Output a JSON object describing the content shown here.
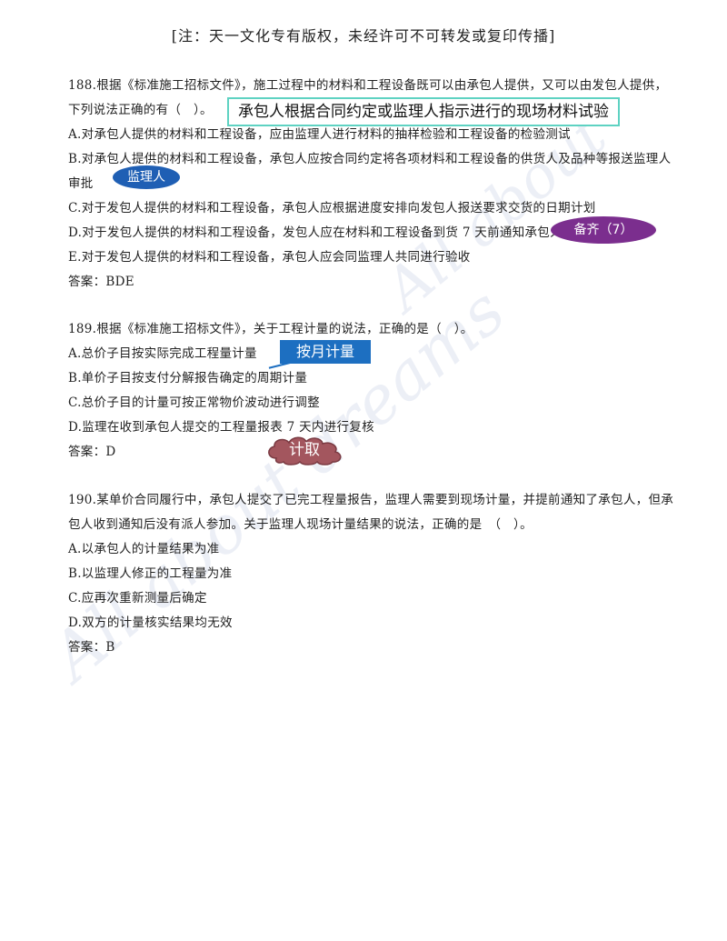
{
  "header": "[注：天一文化专有版权，未经许可不可转发或复印传播]",
  "watermark": "All about dreams",
  "watermark_partial": "All about",
  "questions": [
    {
      "lines": [
        "188.根据《标准施工招标文件》，施工过程中的材料和工程设备既可以由承包人提供，又可以由发包人提供，",
        "下列说法正确的有（　）。",
        "A.对承包人提供的材料和工程设备，应由监理人进行材料的抽样检验和工程设备的检验测试",
        "B.对承包人提供的材料和工程设备，承包人应按合同约定将各项材料和工程设备的供货人及品种等报送监理人",
        "审批",
        "C.对于发包人提供的材料和工程设备，承包人应根据进度安排向发包人报送要求交货的日期计划",
        "D.对于发包人提供的材料和工程设备，发包人应在材料和工程设备到货 7 天前通知承包人",
        "E.对于发包人提供的材料和工程设备，承包人应会同监理人共同进行验收",
        "答案：BDE"
      ]
    },
    {
      "lines": [
        "189.根据《标准施工招标文件》，关于工程计量的说法，正确的是（　）。",
        "A.总价子目按实际完成工程量计量",
        "B.单价子目按支付分解报告确定的周期计量",
        "C.总价子目的计量可按正常物价波动进行调整",
        "D.监理在收到承包人提交的工程量报表 7 天内进行复核",
        "答案：D"
      ]
    },
    {
      "lines": [
        "190.某单价合同履行中，承包人提交了已完工程量报告，监理人需要到现场计量，并提前通知了承包人，但承",
        "包人收到通知后没有派人参加。关于监理人现场计量结果的说法，正确的是　（　）。",
        "A.以承包人的计量结果为准",
        "B.以监理人修正的工程量为准",
        "C.应再次重新测量后确定",
        "D.双方的计量核实结果均无效",
        "答案：B"
      ]
    }
  ],
  "annotations": {
    "box_188": "承包人根据合同约定或监理人指示进行的现场材料试验",
    "oval_b_188": "监理人",
    "oval_d_188": "备齐（7）",
    "rect_189": "按月计量",
    "cloud_189": "计取"
  },
  "colors": {
    "box_border": "#5ed2c2",
    "oval_blue": "#1f5fb4",
    "oval_purple": "#7b2e8e",
    "rect_blue": "#1d6fc1",
    "cloud": "#a3565e"
  }
}
